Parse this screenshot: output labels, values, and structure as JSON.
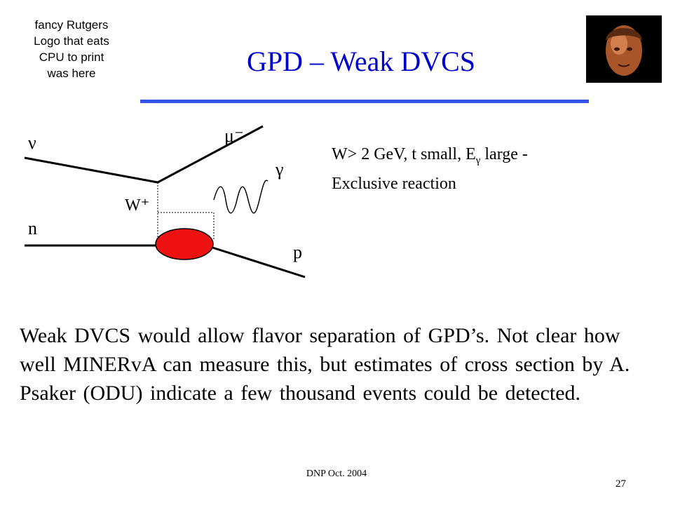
{
  "logo_placeholder": "fancy Rutgers\nLogo that eats\nCPU to print\nwas here",
  "title": "GPD – Weak DVCS",
  "diagram": {
    "label_nu": "ν",
    "label_mu": "μ⁻",
    "label_gamma": "γ",
    "label_w": "W⁺",
    "label_n": "n",
    "label_p": "p",
    "blob_color": "#ee1111"
  },
  "side_note": {
    "part1": "W> 2 GeV, t small, E",
    "subscript": "γ",
    "part2": " large  -",
    "line2": "Exclusive reaction"
  },
  "body_text": "Weak  DVCS would allow flavor separation of GPD’s. Not clear how well MINERvA can measure this, but estimates of cross section by A. Psaker (ODU) indicate a few thousand events could be detected.",
  "footer": "DNP Oct. 2004",
  "page_number": "27",
  "colors": {
    "title": "#0000cc",
    "rule": "#3355ee"
  }
}
